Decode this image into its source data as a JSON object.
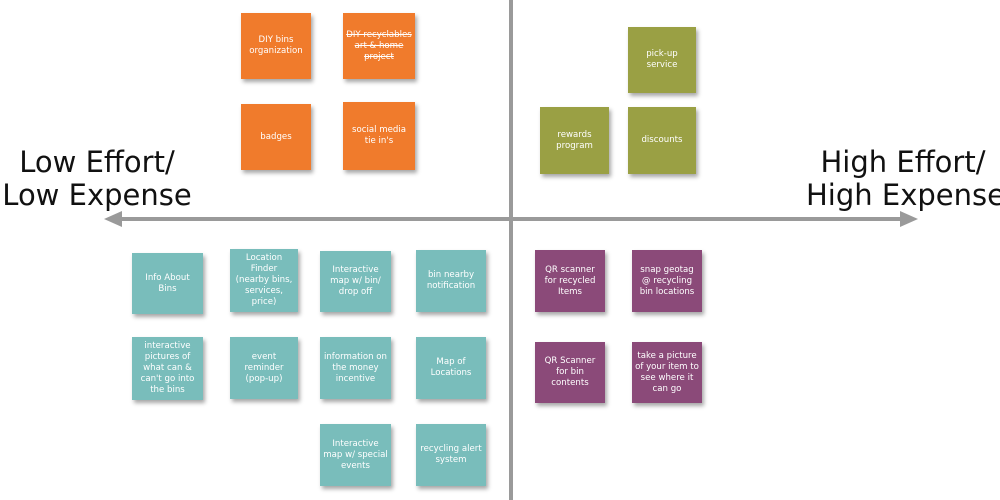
{
  "axis": {
    "left_line1": "Low Effort/",
    "left_line2": "Low Expense",
    "right_line1": "High Effort/",
    "right_line2": "High Expense"
  },
  "colors": {
    "orange": "#f07b2c",
    "olive": "#9aa044",
    "teal": "#79bdbb",
    "purple": "#8b4a79",
    "axis": "#9a9a9a"
  },
  "notes": {
    "diy_bins": "DIY bins organization",
    "diy_recyclables": "DIY recyclables art & home project",
    "badges": "badges",
    "social_media": "social media tie in's",
    "pickup_service": "pick-up service",
    "rewards_program": "rewards program",
    "discounts": "discounts",
    "info_bins": "Info About Bins",
    "location_finder": "Location Finder (nearby bins, services, price)",
    "interactive_map": "Interactive map w/ bin/ drop off",
    "bin_notification": "bin nearby notification",
    "interactive_pictures": "interactive pictures of what can & can't go into the bins",
    "event_reminder": "event reminder (pop-up)",
    "money_incentive": "information on the money incentive",
    "map_locations": "Map of Locations",
    "map_special_events": "Interactive map w/ special events",
    "recycling_alert": "recycling alert system",
    "qr_recycled": "QR scanner for recycled Items",
    "snap_geotag": "snap geotag @ recycling bin locations",
    "qr_bin_contents": "QR Scanner for bin contents",
    "take_picture": "take a picture of your item to see where it can go"
  }
}
